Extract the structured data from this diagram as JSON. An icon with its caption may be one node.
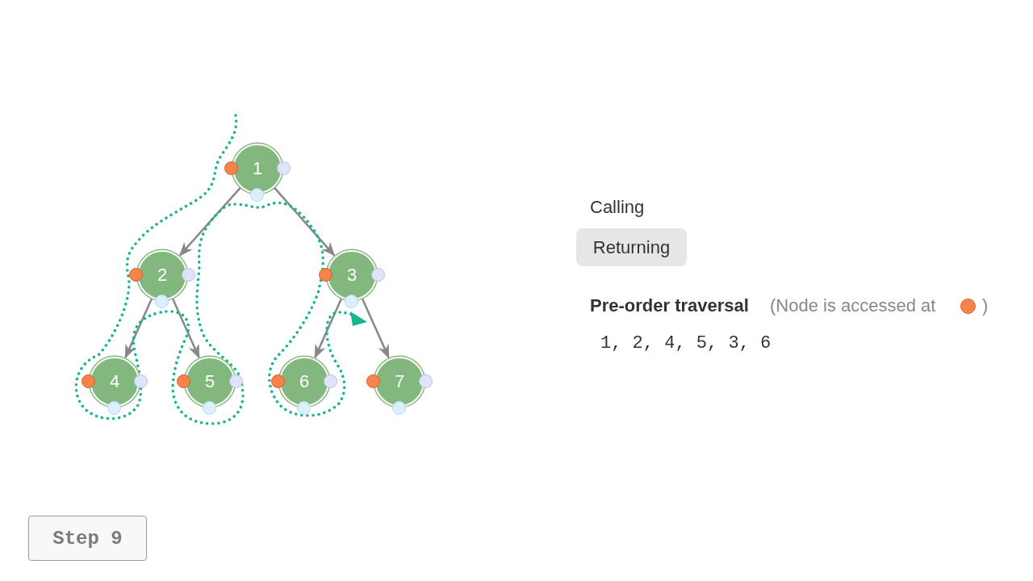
{
  "diagram": {
    "nodes": [
      {
        "text": [
          "1"
        ]
      },
      {
        "text": [
          "2"
        ]
      },
      {
        "text": [
          "3"
        ]
      },
      {
        "text": [
          "4"
        ]
      },
      {
        "text": [
          "5"
        ]
      },
      {
        "text": [
          "6"
        ]
      },
      {
        "text": [
          "7"
        ]
      },
      {
        "text": [
          "Returning"
        ]
      },
      {
        "text": [
          "Step 9"
        ]
      }
    ],
    "edges": [
      {
        "from": 0,
        "to": 1,
        "arrow": "to"
      },
      {
        "from": 0,
        "to": 2,
        "arrow": "to"
      },
      {
        "from": 1,
        "to": 3,
        "arrow": "to"
      },
      {
        "from": 1,
        "to": 4,
        "arrow": "to"
      },
      {
        "from": 2,
        "to": 5,
        "arrow": "to"
      },
      {
        "from": 2,
        "to": 6,
        "arrow": "to"
      }
    ],
    "labels": [
      "Calling",
      "Pre-order traversal",
      "(Node is accessed at",
      ")",
      "1, 2, 4, 5, 3, 6"
    ]
  }
}
